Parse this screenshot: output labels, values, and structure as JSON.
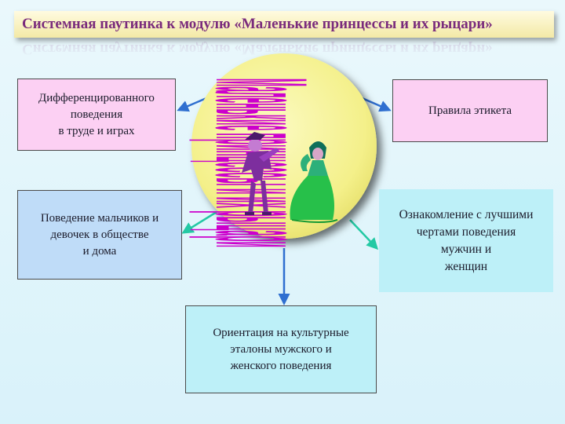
{
  "title": "Системная паутинка к модулю «Маленькие принцессы и их рыцари»",
  "center": {
    "vertical_text": "Маленькие принцессы и их рыцари"
  },
  "boxes": {
    "top_left": "Дифференцированного\nповедения\nв труде и играх",
    "top_right": "Правила этикета",
    "middle_left": "Поведение мальчиков и\nдевочек в обществе\nи дома",
    "middle_right": "Ознакомление с лучшими\nчертами поведения\nмужчин и\nженщин",
    "bottom": "Ориентация на культурные\nэталоны мужского и\nженского поведения"
  },
  "colors": {
    "title_text": "#7a2b7c",
    "hub_fill": "#f6f49a",
    "pink_box": "#fcd0f3",
    "blue_box": "#bfdcf8",
    "cyan_box": "#bdf0f8",
    "arrow_blue": "#2f6fd0",
    "arrow_teal": "#24c9a4",
    "vertical_text": "#cc00cc"
  }
}
